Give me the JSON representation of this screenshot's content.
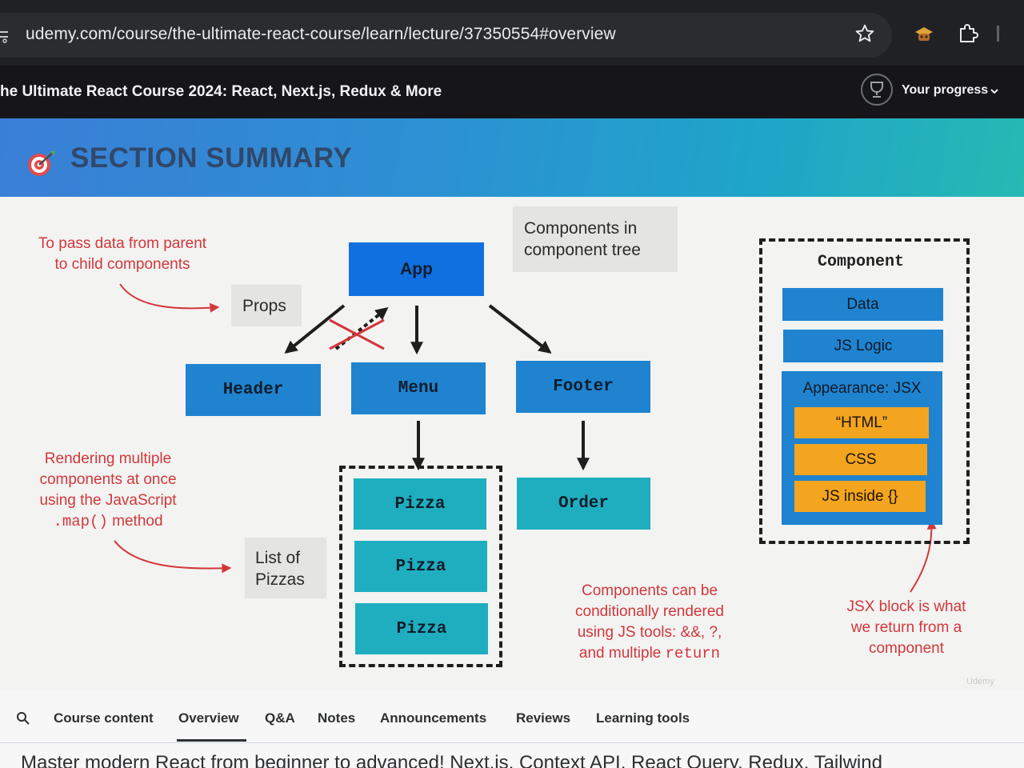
{
  "browser": {
    "url": "udemy.com/course/the-ultimate-react-course/learn/lecture/37350554#overview",
    "icons": [
      "tune-icon",
      "star-icon",
      "extension-icon",
      "puzzle-icon"
    ]
  },
  "course": {
    "title": "he Ultimate React Course 2024: React, Next.js, Redux & More",
    "progress_label": "Your progress"
  },
  "slide": {
    "section_title": "SECTION SUMMARY",
    "notes": {
      "props_line1": "To pass data from parent",
      "props_line2": "to child components",
      "map_line1": "Rendering multiple",
      "map_line2": "components at once",
      "map_line3": "using the JavaScript",
      "map_code": ".map()",
      "map_tail": "method",
      "cond_line1": "Components can be",
      "cond_line2": "conditionally rendered",
      "cond_line3": "using JS tools: &&, ?,",
      "cond_line4_pre": "and multiple",
      "cond_line4_code": "return",
      "jsx_line1": "JSX block is what",
      "jsx_line2": "we return from a",
      "jsx_line3": "component"
    },
    "labels": {
      "props": "Props",
      "tree_line1": "Components in",
      "tree_line2": "component tree",
      "list_line1": "List of",
      "list_line2": "Pizzas"
    },
    "tree": {
      "app": "App",
      "header": "Header",
      "menu": "Menu",
      "footer": "Footer",
      "pizzas": [
        "Pizza",
        "Pizza",
        "Pizza"
      ],
      "order": "Order"
    },
    "component_anatomy": {
      "title": "Component",
      "data": "Data",
      "logic": "JS Logic",
      "appearance": "Appearance: JSX",
      "html": "“HTML”",
      "css": "CSS",
      "js_inside": "JS inside {}"
    },
    "watermark": "Udemy",
    "colors": {
      "banner": "#2d8fd4",
      "app": "#1070e0",
      "blue_box": "#1f83d0",
      "teal_box": "#1faebf",
      "orange_box": "#f3a51f",
      "note_red": "#d2373a"
    }
  },
  "tabs": [
    "Course content",
    "Overview",
    "Q&A",
    "Notes",
    "Announcements",
    "Reviews",
    "Learning tools"
  ],
  "active_tab": "Overview",
  "description": "Master modern React from beginner to advanced! Next.js, Context API, React Query, Redux, Tailwind"
}
